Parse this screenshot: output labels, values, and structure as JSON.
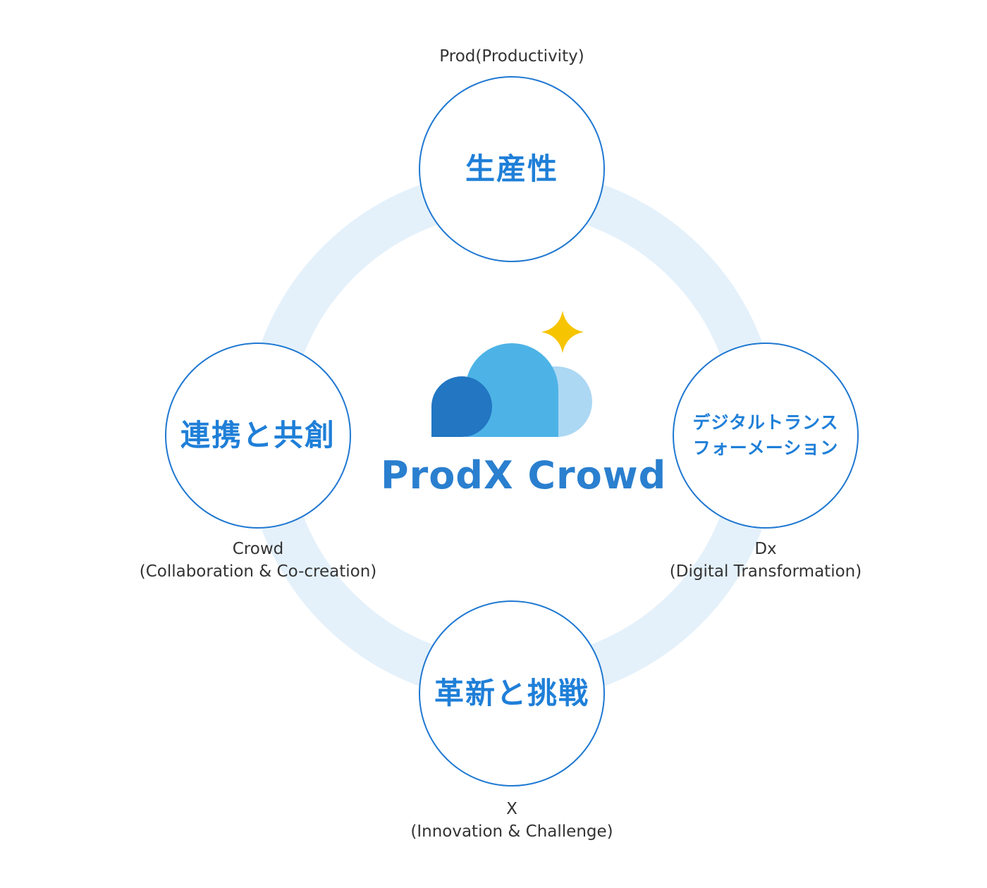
{
  "brand": {
    "name": "ProdX Crowd",
    "colors": {
      "ring": "#e4f1fb",
      "node_border": "#1f78d1",
      "node_text": "#1f7fd8",
      "cloud_dark": "#2276c2",
      "cloud_mid": "#4db3e6",
      "cloud_light": "#acd8f3",
      "star": "#f6c400"
    },
    "logo_icon": "cloud-with-star-icon"
  },
  "nodes": {
    "top": {
      "label": "生産性",
      "caption_lines": [
        "Prod(Productivity)"
      ]
    },
    "right": {
      "label_lines": [
        "デジタルトランス",
        "フォーメーション"
      ],
      "caption_lines": [
        "Dx",
        "(Digital Transformation)"
      ]
    },
    "bottom": {
      "label": "革新と挑戦",
      "caption_lines": [
        "X",
        "(Innovation & Challenge)"
      ]
    },
    "left": {
      "label": "連携と共創",
      "caption_lines": [
        "Crowd",
        "(Collaboration & Co-creation)"
      ]
    }
  }
}
